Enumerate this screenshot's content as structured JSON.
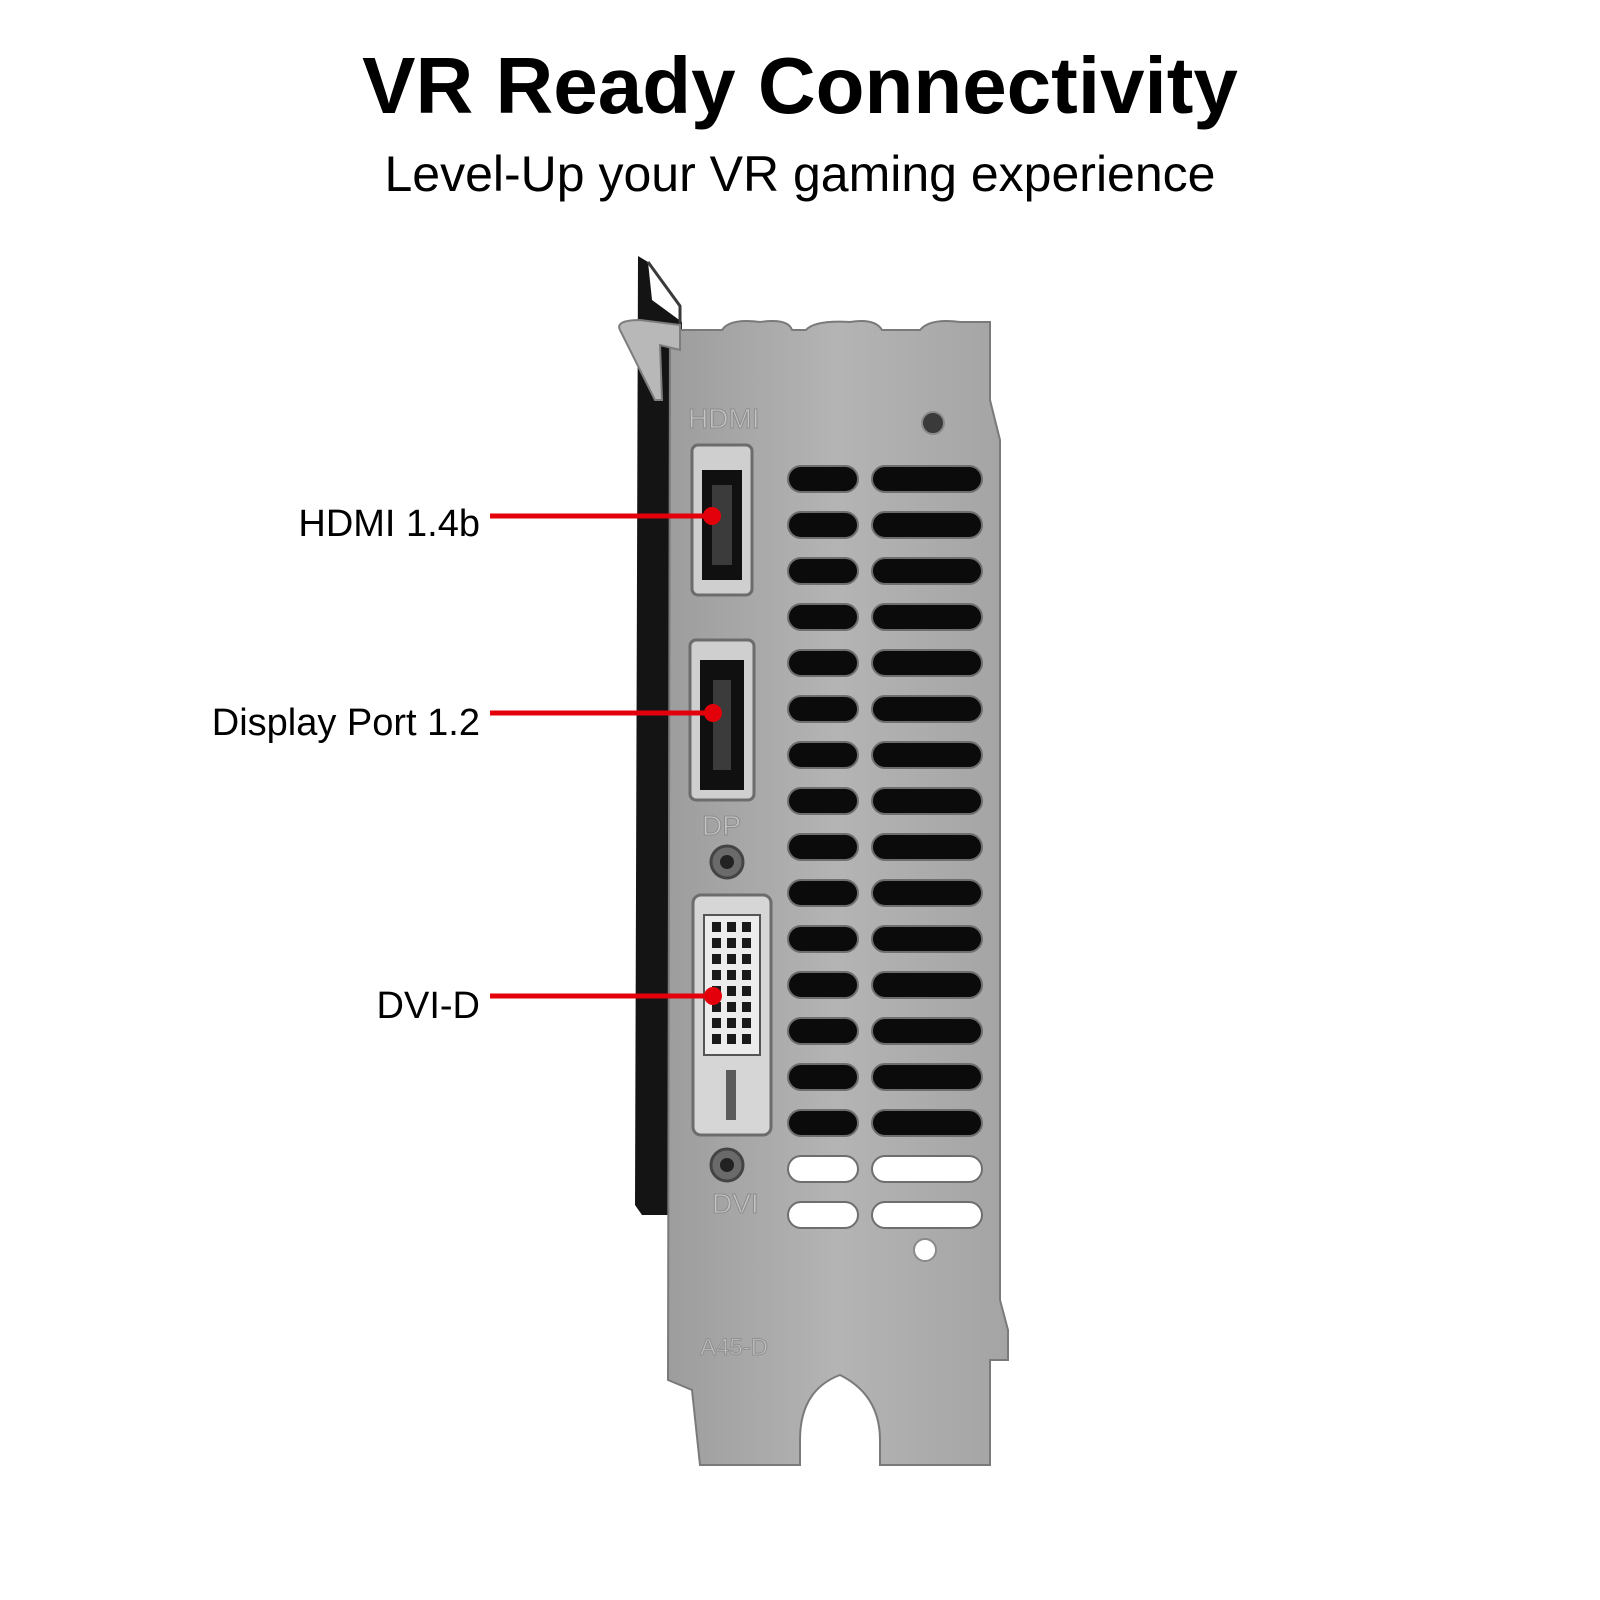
{
  "heading": {
    "title": "VR Ready Connectivity",
    "subtitle": "Level-Up your VR gaming experience"
  },
  "ports": [
    {
      "label": "HDMI 1.4b",
      "silkscreen": "HDMI"
    },
    {
      "label": "Display Port 1.2",
      "silkscreen": "DP"
    },
    {
      "label": "DVI-D",
      "silkscreen": "DVI"
    }
  ],
  "bracket_marking": "A45-D",
  "colors": {
    "callout": "#e3000b",
    "bracket_metal": "#a9a9a9",
    "background": "#ffffff"
  }
}
